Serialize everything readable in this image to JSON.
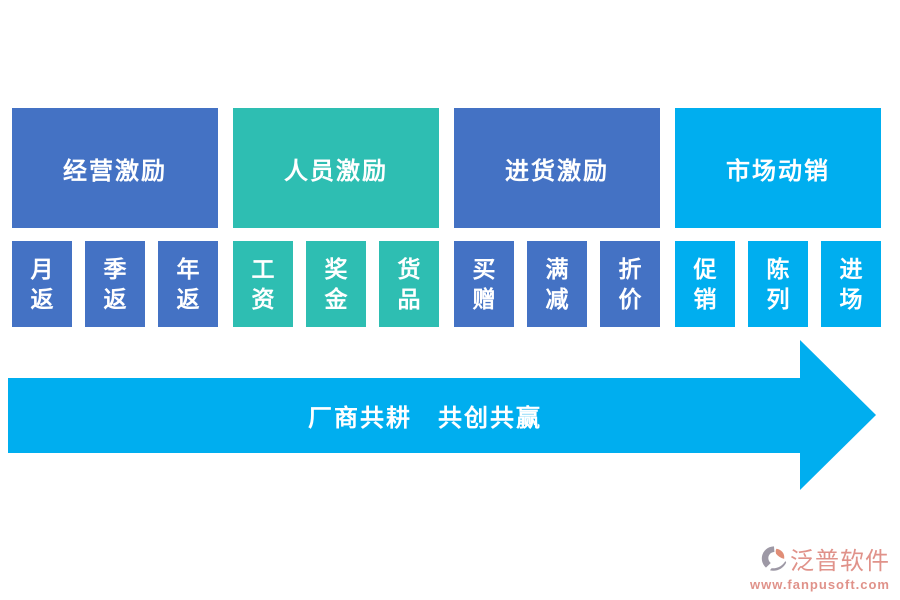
{
  "colors": {
    "blue": "#4472C4",
    "teal": "#2EBEB2",
    "cyan": "#00AEEF",
    "white_text": "#FFFFFF",
    "logo_text": "#E0928A",
    "logo_icon_gray": "#9D98A5",
    "logo_icon_accent": "#E08D76"
  },
  "groups": [
    {
      "title": "经营激励",
      "color": "#4472C4",
      "items": [
        "月返",
        "季返",
        "年返"
      ]
    },
    {
      "title": "人员激励",
      "color": "#2EBEB2",
      "items": [
        "工资",
        "奖金",
        "货品"
      ]
    },
    {
      "title": "进货激励",
      "color": "#4472C4",
      "items": [
        "买赠",
        "满减",
        "折价"
      ]
    },
    {
      "title": "市场动销",
      "color": "#00AEEF",
      "items": [
        "促销",
        "陈列",
        "进场"
      ]
    }
  ],
  "arrow": {
    "label": "厂商共耕　共创共赢",
    "color": "#00AEEF"
  },
  "logo": {
    "name": "泛普软件",
    "url": "www.fanpusoft.com",
    "color": "#E0928A"
  }
}
